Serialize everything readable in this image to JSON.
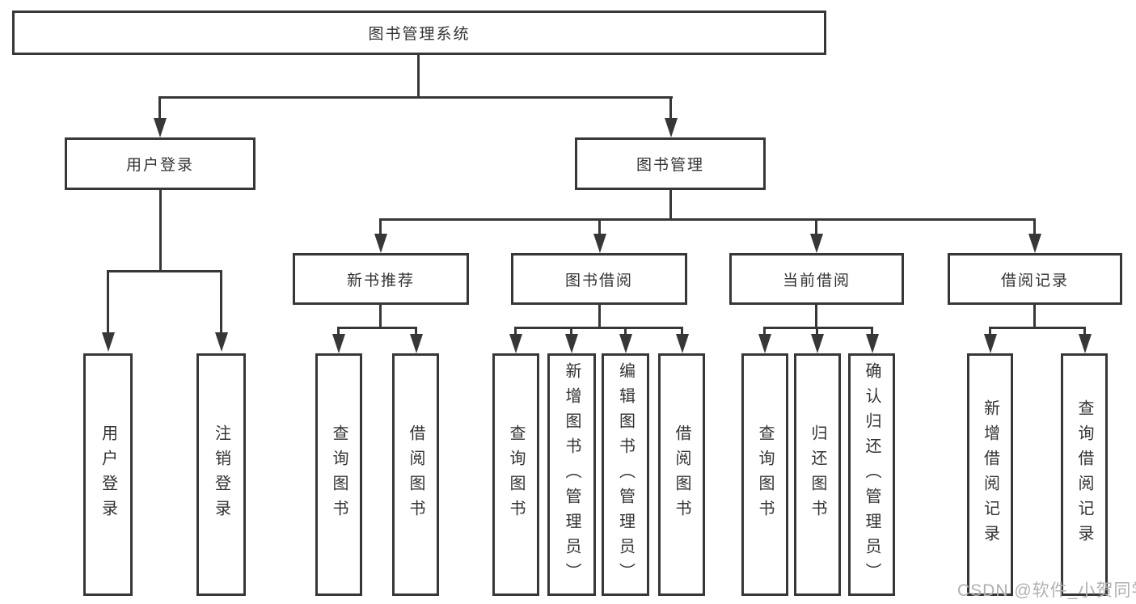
{
  "diagram": {
    "type": "feature-tree",
    "colors": {
      "line": "#373737",
      "text": "#333333",
      "box_background": "#ffffff",
      "page_background": "#ffffff",
      "watermark": "#b0b0b0"
    },
    "tree": {
      "root": {
        "label": "图书管理系统"
      },
      "children": [
        {
          "label": "用户登录",
          "children": [
            {
              "label": "用户登录"
            },
            {
              "label": "注销登录"
            }
          ]
        },
        {
          "label": "图书管理",
          "children": [
            {
              "label": "新书推荐",
              "children": [
                {
                  "label": "查询图书"
                },
                {
                  "label": "借阅图书"
                }
              ]
            },
            {
              "label": "图书借阅",
              "children": [
                {
                  "label": "查询图书"
                },
                {
                  "label": "新增图书（管理员）"
                },
                {
                  "label": "编辑图书（管理员）"
                },
                {
                  "label": "借阅图书"
                }
              ]
            },
            {
              "label": "当前借阅",
              "children": [
                {
                  "label": "查询图书"
                },
                {
                  "label": "归还图书"
                },
                {
                  "label": "确认归还（管理员）"
                }
              ]
            },
            {
              "label": "借阅记录",
              "children": [
                {
                  "label": "新增借阅记录"
                },
                {
                  "label": "查询借阅记录"
                }
              ]
            }
          ]
        }
      ]
    },
    "watermark": {
      "text": "CSDN @软件_小贺同学"
    }
  }
}
